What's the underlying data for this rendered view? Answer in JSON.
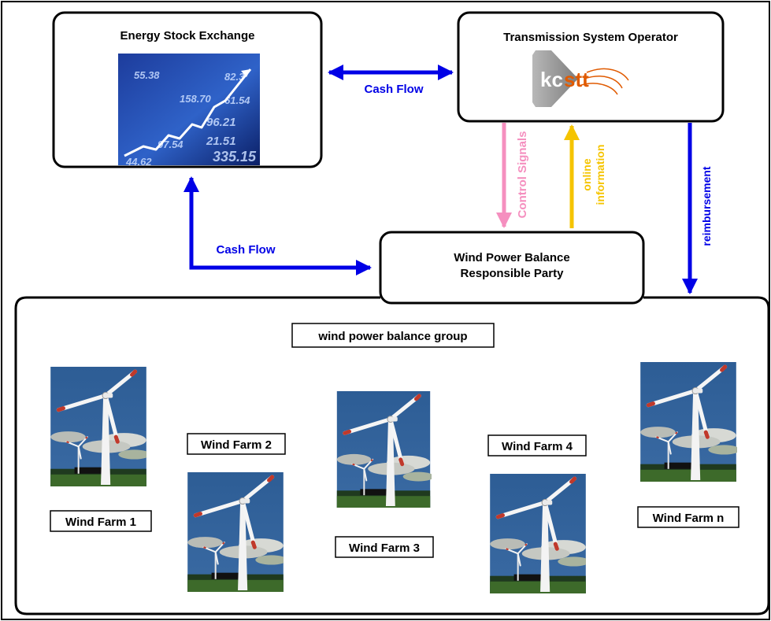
{
  "nodes": {
    "exchange": {
      "title": "Energy Stock Exchange"
    },
    "tso": {
      "title": "Transmission System Operator"
    },
    "brp": {
      "line1": "Wind Power Balance",
      "line2": "Responsible Party"
    },
    "group": {
      "title": "wind power balance group"
    }
  },
  "edges": {
    "cash_flow_top": "Cash Flow",
    "cash_flow_left": "Cash Flow",
    "control_signals": "Control Signals",
    "online_info_1": "online",
    "online_info_2": "information",
    "reimbursement": "reimbursement"
  },
  "logo": {
    "left": "kc",
    "right": "stt"
  },
  "ticker_numbers": [
    "335.15",
    "21.51",
    "96.21",
    "97.54",
    "158.70",
    "61.54",
    "82.3",
    "44.62",
    "55.38"
  ],
  "farms": [
    "Wind Farm 1",
    "Wind Farm 2",
    "Wind Farm 3",
    "Wind Farm 4",
    "Wind Farm n"
  ],
  "colors": {
    "cash_flow": "#0000e6",
    "control_signals": "#f58fbf",
    "online_information": "#f5c400",
    "reimbursement": "#0000e6",
    "border": "#000000"
  }
}
